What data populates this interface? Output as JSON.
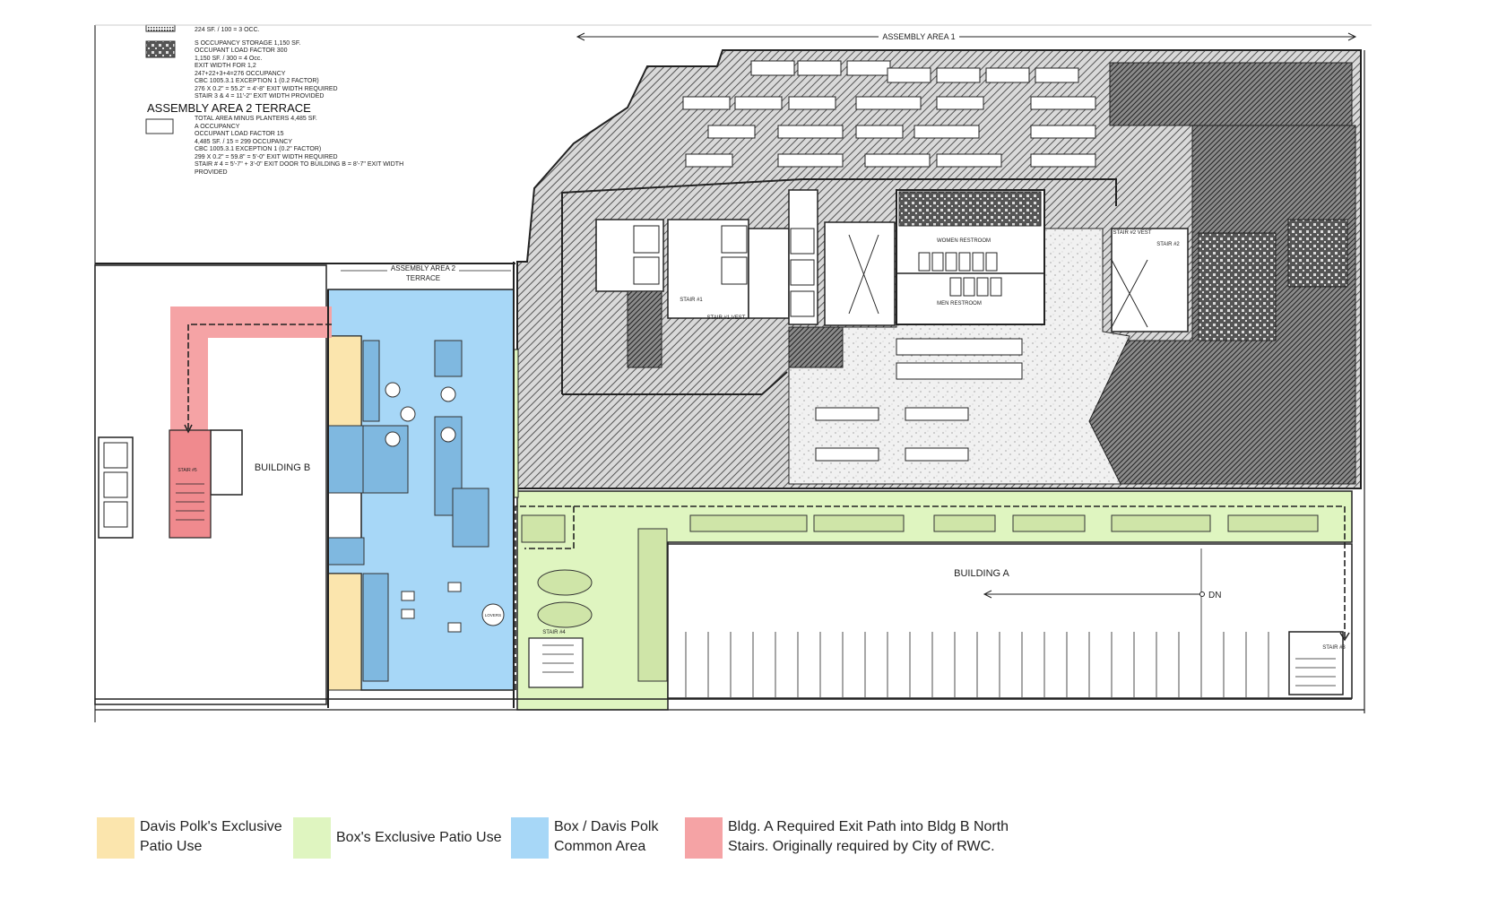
{
  "notes": {
    "storage_lines": [
      "224 SF. / 100 = 3 OCC.",
      "S OCCUPANCY STORAGE      1,150 SF.",
      "OCCUPANT LOAD FACTOR     300",
      "1,150 SF. / 300 = 4 Occ.",
      "EXIT  WIDTH FOR 1,2",
      "247+22+3+4=276 OCCUPANCY",
      "CBC 1005.3.1 EXCEPTION 1 (0.2 FACTOR)",
      "276 X 0.2\" = 55.2\" = 4'-8\" EXIT WIDTH REQUIRED",
      "STAIR 3 & 4 = 11'-2\" EXIT WIDTH PROVIDED"
    ],
    "terrace_heading": "ASSEMBLY AREA 2 TERRACE",
    "terrace_lines": [
      "TOTAL AREA MINUS PLANTERS      4,485 SF.",
      "A OCCUPANCY",
      "OCCUPANT LOAD FACTOR            15",
      "4,485 SF. / 15 = 299 OCCUPANCY",
      "CBC 1005.3.1 EXCEPTION 1 (0.2\" FACTOR)",
      "299 X 0.2\" = 59.8\" = 5'-0\" EXIT WIDTH REQUIRED",
      "STAIR # 4 = 5'-7\" + 3'-0\" EXIT DOOR TO BUILDING B = 8'-7\" EXIT WIDTH",
      "PROVIDED"
    ]
  },
  "plan_labels": {
    "assembly_area_1": "ASSEMBLY AREA 1",
    "assembly_area_2_line1": "ASSEMBLY AREA 2",
    "assembly_area_2_line2": "TERRACE",
    "building_a": "BUILDING A",
    "building_b": "BUILDING B",
    "dn": "DN",
    "women_restroom": "WOMEN RESTROOM",
    "men_restroom": "MEN RESTROOM",
    "stair_1": "STAIR #1",
    "stair_1_vest": "STAIR #1 VEST",
    "stair_2": "STAIR #2",
    "stair_2_vest": "STAIR #2 VEST",
    "stair_3": "STAIR #3",
    "stair_4": "STAIR #4",
    "stair_5": "STAIR #5",
    "lovers": "LOVERS"
  },
  "legend": [
    {
      "color": "#fbe5ad",
      "label": "Davis Polk's Exclusive\nPatio Use"
    },
    {
      "color": "#dff5c0",
      "label": "Box's Exclusive Patio Use"
    },
    {
      "color": "#a7d7f7",
      "label": "Box / Davis Polk\nCommon Area"
    },
    {
      "color": "#f5a3a5",
      "label": "Bldg. A Required Exit Path into Bldg B North\nStairs.  Originally required by City of RWC."
    }
  ]
}
